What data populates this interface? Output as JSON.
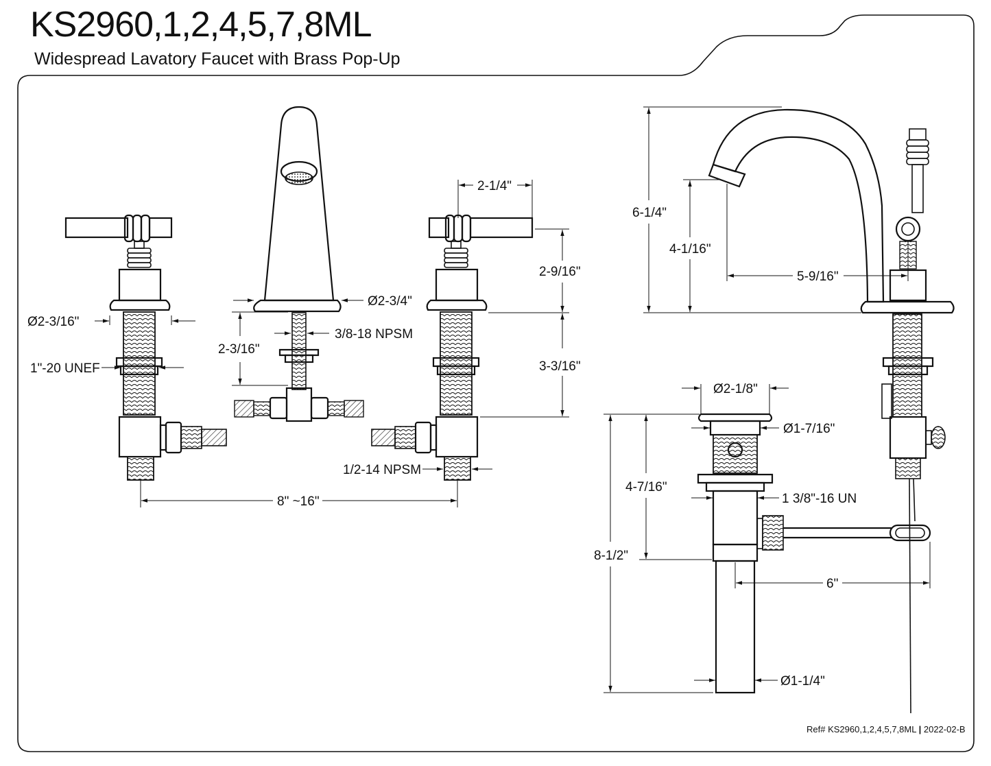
{
  "header": {
    "model": "KS2960,1,2,4,5,7,8ML",
    "description": "Widespread Lavatory Faucet with Brass Pop-Up"
  },
  "dimensions": {
    "handle_flange_dia": "Ø2-3/16\"",
    "handle_shank_thread": "1\"-20 UNEF",
    "spout_base_dia": "Ø2-3/4\"",
    "spout_shank_thread": "3/8-18 NPSM",
    "spout_shank_length": "2-3/16\"",
    "handle_length": "2-1/4\"",
    "handle_height": "2-9/16\"",
    "valve_shank_length": "3-3/16\"",
    "valve_inlet_thread": "1/2-14 NPSM",
    "center_spread": "8\" ~16\"",
    "overall_height": "6-1/4\"",
    "spout_height": "4-1/16\"",
    "spout_reach": "5-9/16\"",
    "drain_flange_dia": "Ø2-1/8\"",
    "drain_cap_dia": "Ø1-7/16\"",
    "drain_body_length": "4-7/16\"",
    "drain_thread": "1 3/8\"-16 UN",
    "drain_total_length": "8-1/2\"",
    "pivot_rod_length": "6\"",
    "tailpiece_dia": "Ø1-1/4\""
  },
  "footer": {
    "ref": "Ref# KS2960,1,2,4,5,7,8ML",
    "separator": "|",
    "date": "2022-02-B"
  }
}
